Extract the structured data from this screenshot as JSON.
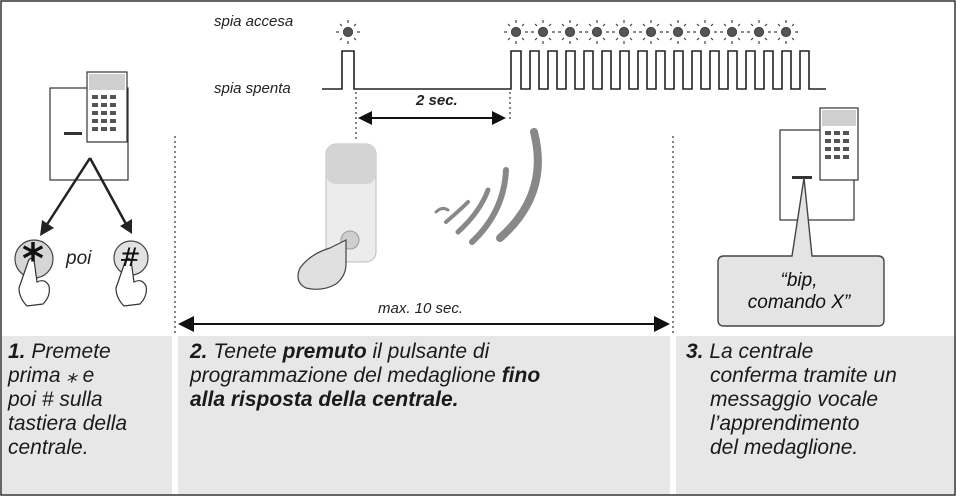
{
  "timing": {
    "led_on_label": "spia accesa",
    "led_off_label": "spia spenta",
    "delay_label": "2 sec.",
    "max_label": "max. 10 sec."
  },
  "keypad": {
    "key_star": "*",
    "key_hash": "#",
    "between": "poi"
  },
  "speech": {
    "line1": "“bip,",
    "line2": "comando X”"
  },
  "steps": [
    {
      "num": "1.",
      "lines": [
        "Premete",
        "prima  ⁎ e",
        "poi # sulla",
        "tastiera della",
        "centrale."
      ]
    },
    {
      "num": "2.",
      "pre": "Tenete ",
      "bold1": "premuto",
      "mid": " il pulsante di",
      "line2a": "programmazione del medaglione ",
      "bold2": "fino",
      "bold3": "alla risposta della centrale."
    },
    {
      "num": "3.",
      "lines": [
        "La centrale",
        "conferma tramite un",
        "messaggio vocale",
        "l’apprendimento",
        "del medaglione."
      ]
    }
  ],
  "colors": {
    "panel": "#e7e7e7",
    "line": "#222222",
    "led": "#555555"
  }
}
